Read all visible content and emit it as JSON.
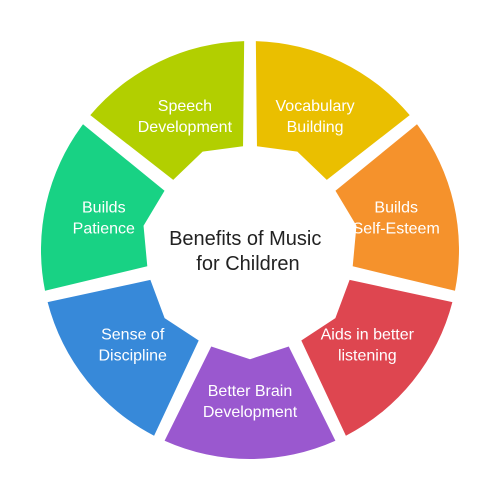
{
  "center": {
    "line1": "Benefits of Music",
    "line2": "for Children"
  },
  "segments": [
    {
      "line1": "Vocabulary",
      "line2": "Building",
      "color": "#EABF00"
    },
    {
      "line1": "Builds",
      "line2": "Self-Esteem",
      "color": "#F5922C"
    },
    {
      "line1": "Aids in better",
      "line2": "listening",
      "color": "#DE4650"
    },
    {
      "line1": "Better Brain",
      "line2": "Development",
      "color": "#9A58CF"
    },
    {
      "line1": "Sense of",
      "line2": "Discipline",
      "color": "#3789D9"
    },
    {
      "line1": "Builds",
      "line2": "Patience",
      "color": "#18D284"
    },
    {
      "line1": "Speech",
      "line2": "Development",
      "color": "#B2CF00"
    }
  ]
}
